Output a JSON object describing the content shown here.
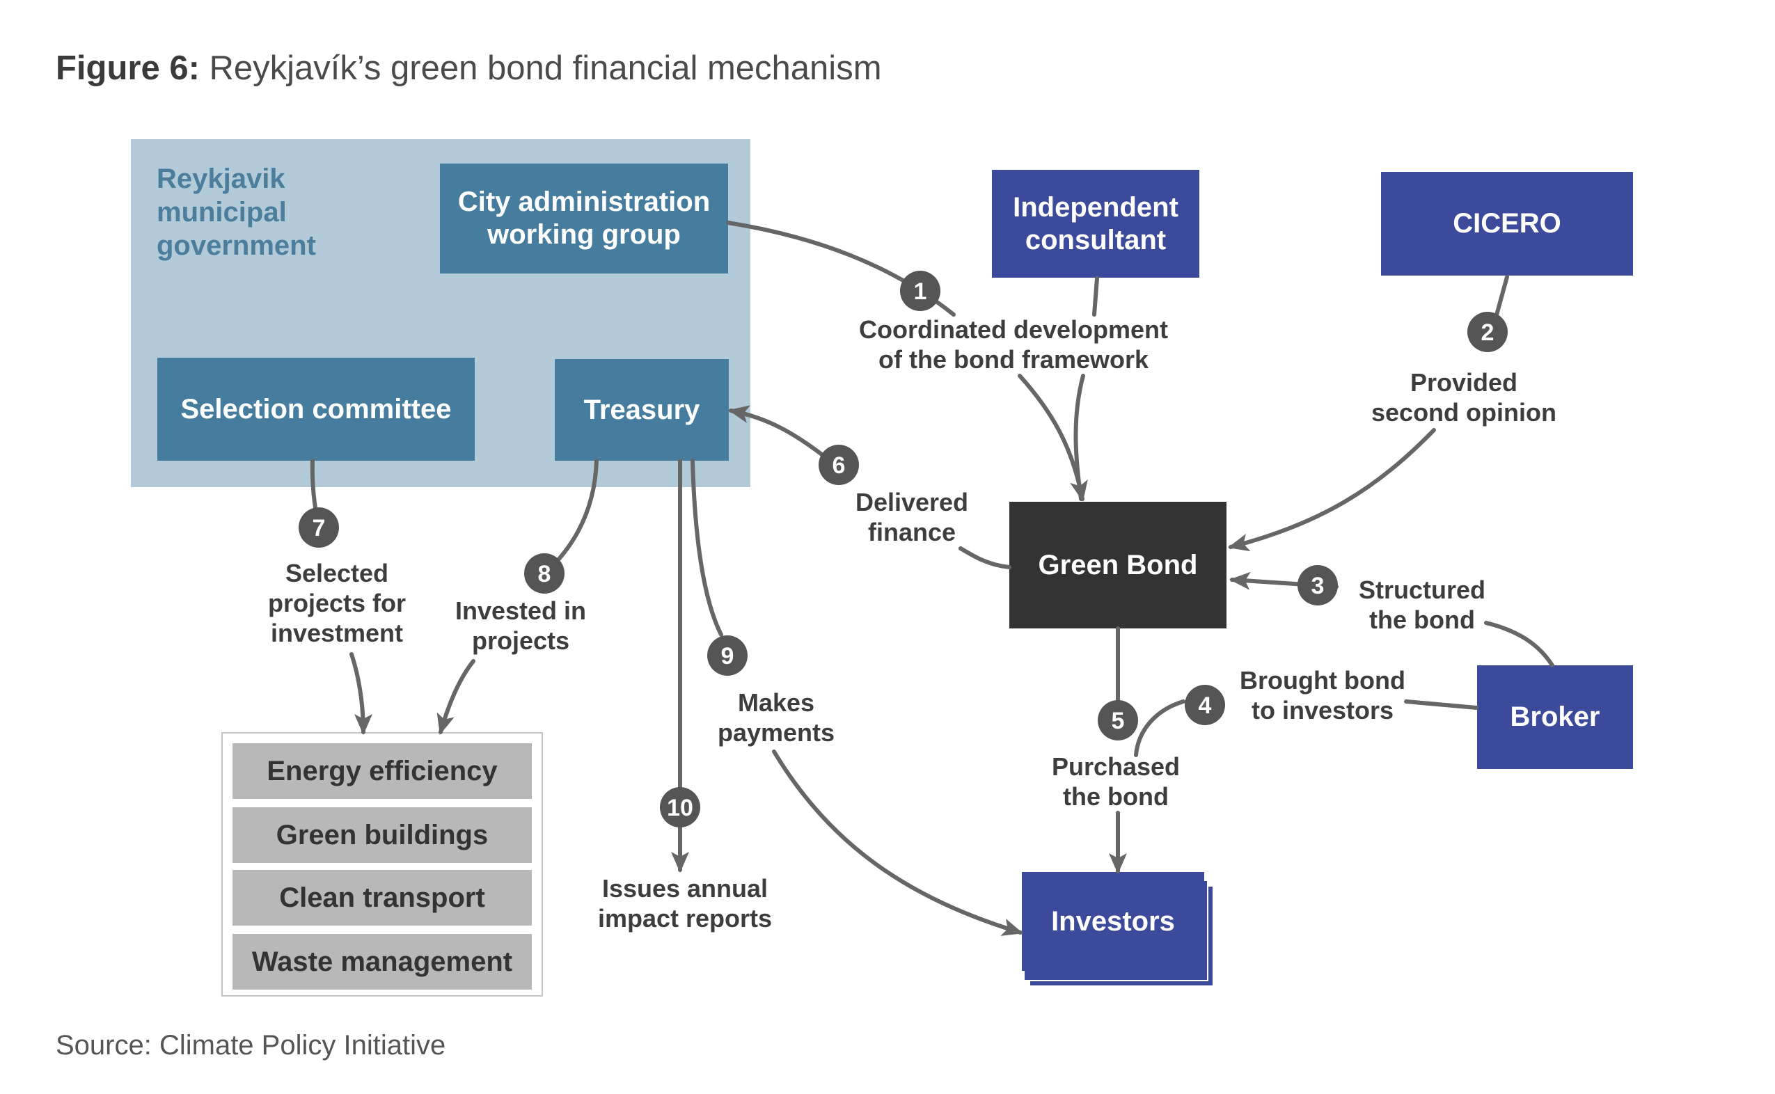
{
  "title": {
    "prefix": "Figure 6:",
    "text": " Reykjavík’s green bond financial mechanism"
  },
  "source": "Source: Climate Policy Initiative",
  "government": {
    "label": "Reykjavik municipal government",
    "city_admin": "City administration working group",
    "selection_committee": "Selection committee",
    "treasury": "Treasury"
  },
  "actors": {
    "independent_consultant": "Independent consultant",
    "cicero": "CICERO",
    "green_bond": "Green Bond",
    "broker": "Broker",
    "investors": "Investors"
  },
  "projects": [
    "Energy efficiency",
    "Green buildings",
    "Clean transport",
    "Waste management"
  ],
  "steps": [
    {
      "num": "1",
      "label": "Coordinated development of the bond framework"
    },
    {
      "num": "2",
      "label": "Provided second opinion"
    },
    {
      "num": "3",
      "label": "Structured the bond"
    },
    {
      "num": "4",
      "label": "Brought bond to investors"
    },
    {
      "num": "5",
      "label": "Purchased the bond"
    },
    {
      "num": "6",
      "label": "Delivered finance"
    },
    {
      "num": "7",
      "label": "Selected projects for investment"
    },
    {
      "num": "8",
      "label": "Invested in projects"
    },
    {
      "num": "9",
      "label": "Makes payments"
    },
    {
      "num": "10",
      "label": "Issues annual impact reports"
    }
  ],
  "colors": {
    "steel_blue": "#467d9e",
    "panel_blue": "#b3cad8",
    "navy": "#3b4a9b",
    "dark": "#333333",
    "arrow": "#666666",
    "project_gray": "#b8b8b8"
  }
}
